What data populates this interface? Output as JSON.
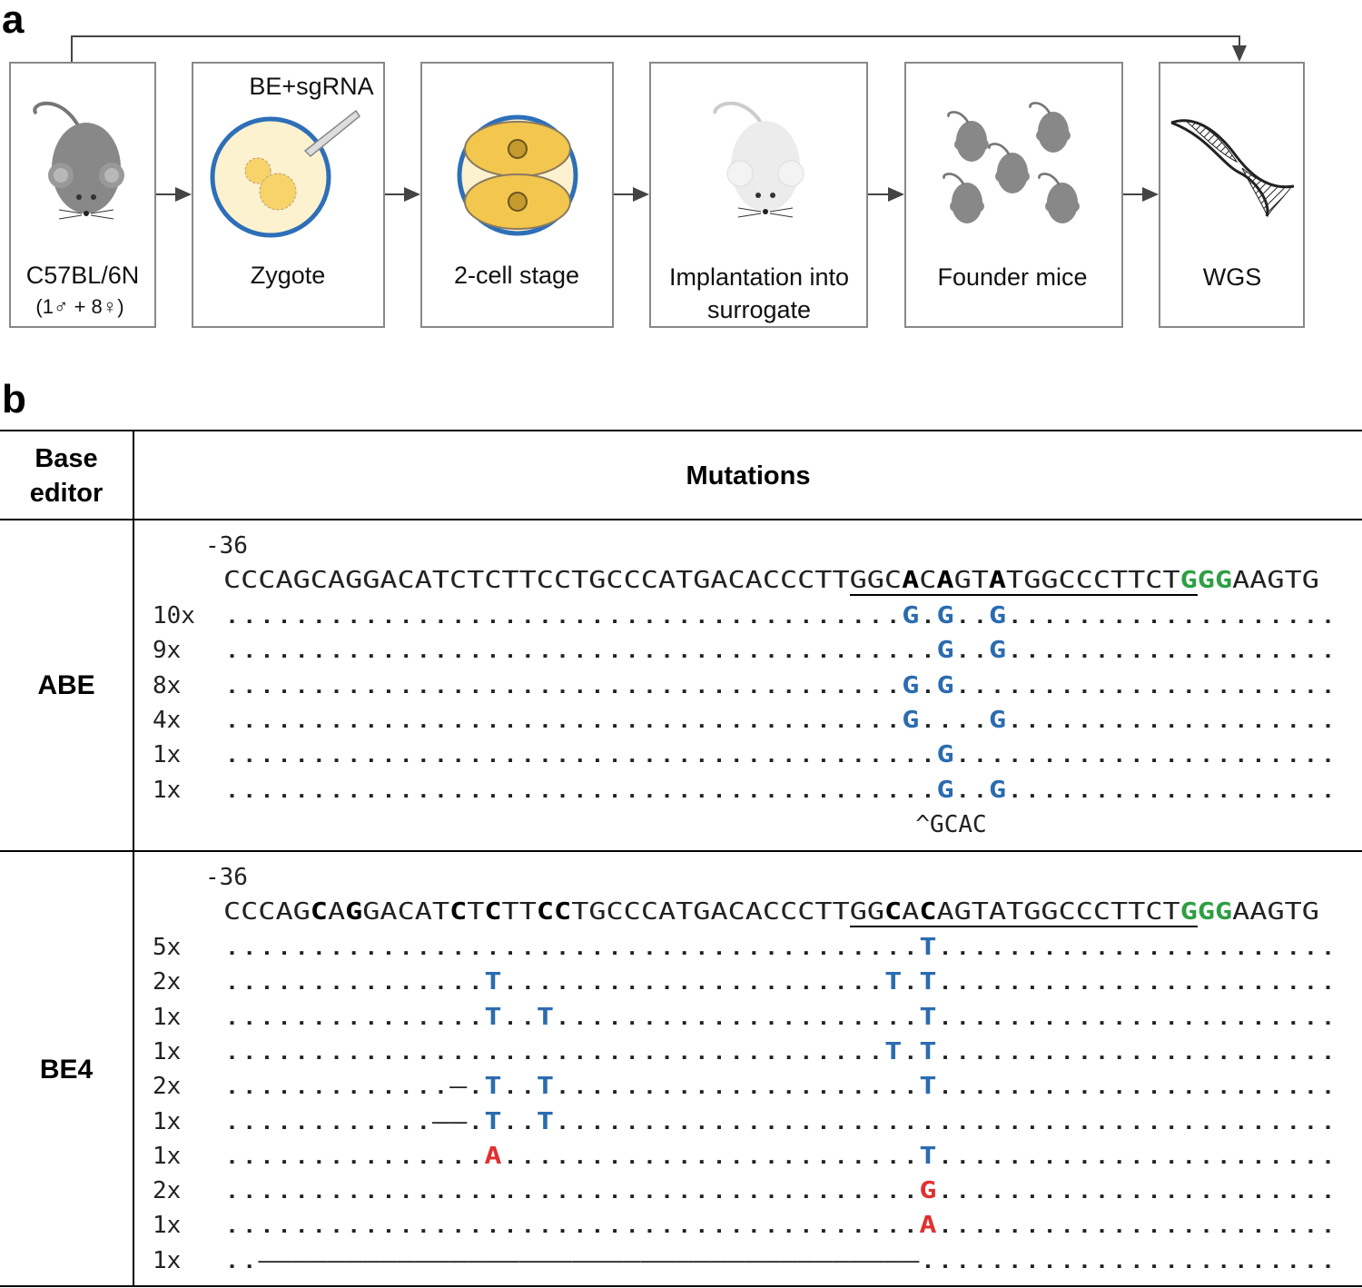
{
  "panels": {
    "a": "a",
    "b": "b"
  },
  "workflow": {
    "steps": [
      {
        "label": "C57BL/6N",
        "sublabel": "(1♂ + 8♀)"
      },
      {
        "label": "Zygote",
        "sublabel": ""
      },
      {
        "label": "2-cell stage",
        "sublabel": ""
      },
      {
        "label": "Implantation into",
        "sublabel": "surrogate"
      },
      {
        "label": "Founder mice",
        "sublabel": ""
      },
      {
        "label": "WGS",
        "sublabel": ""
      }
    ],
    "injection_label": "BE+sgRNA"
  },
  "table": {
    "col1_header_line1": "Base",
    "col1_header_line2": "editor",
    "col2_header": "Mutations",
    "abe": {
      "editor": "ABE",
      "position": "-36",
      "reference": [
        {
          "t": "CCCAGCAGGACATCTCTTCCTGCCCATGACACCCTTGGC",
          "s": ""
        },
        {
          "t": "A",
          "s": "b"
        },
        {
          "t": "C",
          "s": ""
        },
        {
          "t": "A",
          "s": "b"
        },
        {
          "t": "GT",
          "s": ""
        },
        {
          "t": "A",
          "s": "b"
        },
        {
          "t": "TGGCCCTTCT",
          "s": ""
        },
        {
          "t": "GGG",
          "s": "g"
        },
        {
          "t": "AAGTG",
          "s": ""
        }
      ],
      "rows": [
        {
          "count": "10x",
          "segs": [
            {
              "t": "...............................................",
              "s": ""
            }
          ],
          "subs": {
            "39": [
              "G",
              "blue"
            ],
            "41": [
              "G",
              "blue"
            ],
            "44": [
              "G",
              "blue"
            ]
          }
        },
        {
          "count": "9x",
          "subs": {
            "41": [
              "G",
              "blue"
            ],
            "44": [
              "G",
              "blue"
            ]
          }
        },
        {
          "count": "8x",
          "subs": {
            "39": [
              "G",
              "blue"
            ],
            "41": [
              "G",
              "blue"
            ]
          }
        },
        {
          "count": "4x",
          "subs": {
            "39": [
              "G",
              "blue"
            ],
            "44": [
              "G",
              "blue"
            ]
          }
        },
        {
          "count": "1x",
          "subs": {
            "41": [
              "G",
              "blue"
            ]
          }
        },
        {
          "count": "1x",
          "subs": {
            "41": [
              "G",
              "blue"
            ],
            "44": [
              "G",
              "blue"
            ]
          }
        }
      ],
      "insertion": "^GCAC"
    },
    "be4": {
      "editor": "BE4",
      "position": "-36",
      "reference": [
        {
          "t": "CCCAG",
          "s": ""
        },
        {
          "t": "C",
          "s": "b"
        },
        {
          "t": "A",
          "s": ""
        },
        {
          "t": "G",
          "s": "b"
        },
        {
          "t": "GACAT",
          "s": ""
        },
        {
          "t": "C",
          "s": "b"
        },
        {
          "t": "T",
          "s": ""
        },
        {
          "t": "C",
          "s": "b"
        },
        {
          "t": "TT",
          "s": ""
        },
        {
          "t": "CC",
          "s": "b"
        },
        {
          "t": "TGCCCATGACACCCTTGG",
          "s": ""
        },
        {
          "t": "C",
          "s": "b"
        },
        {
          "t": "A",
          "s": ""
        },
        {
          "t": "C",
          "s": "b"
        },
        {
          "t": "AGTATGGCCCTTCT",
          "s": ""
        },
        {
          "t": "GGG",
          "s": "g"
        },
        {
          "t": "AAGTG",
          "s": ""
        }
      ],
      "rows": [
        {
          "count": "5x",
          "subs": {
            "40": [
              "T",
              "blue"
            ]
          }
        },
        {
          "count": "2x",
          "subs": {
            "15": [
              "T",
              "blue"
            ],
            "38": [
              "T",
              "blue"
            ],
            "40": [
              "T",
              "blue"
            ]
          }
        },
        {
          "count": "1x",
          "subs": {
            "15": [
              "T",
              "blue"
            ],
            "18": [
              "T",
              "blue"
            ],
            "40": [
              "T",
              "blue"
            ]
          }
        },
        {
          "count": "1x",
          "subs": {
            "38": [
              "T",
              "blue"
            ],
            "40": [
              "T",
              "blue"
            ]
          }
        },
        {
          "count": "2x",
          "subs": {
            "13": [
              "–",
              ""
            ],
            "15": [
              "T",
              "blue"
            ],
            "18": [
              "T",
              "blue"
            ],
            "40": [
              "T",
              "blue"
            ]
          }
        },
        {
          "count": "1x",
          "subs": {
            "12": [
              "–",
              ""
            ],
            "13": [
              "–",
              ""
            ],
            "15": [
              "T",
              "blue"
            ],
            "18": [
              "T",
              "blue"
            ]
          }
        },
        {
          "count": "1x",
          "subs": {
            "15": [
              "A",
              "red"
            ],
            "40": [
              "T",
              "blue"
            ]
          }
        },
        {
          "count": "2x",
          "subs": {
            "40": [
              "G",
              "red"
            ]
          }
        },
        {
          "count": "1x",
          "subs": {
            "40": [
              "A",
              "red"
            ]
          }
        },
        {
          "count": "1x",
          "deletion": true
        }
      ]
    }
  },
  "colors": {
    "accent_blue": "#2b6cb0",
    "red": "#e03131",
    "pam_green": "#2f9e44"
  }
}
